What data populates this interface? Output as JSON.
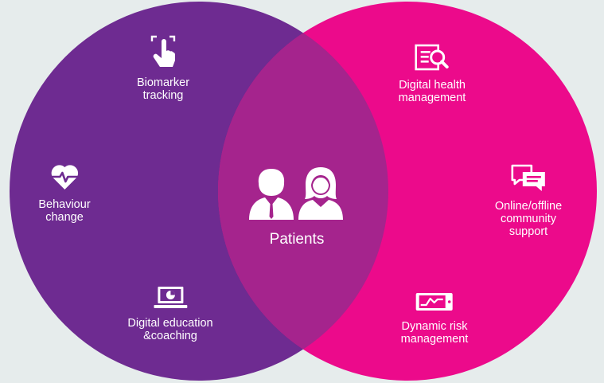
{
  "colors": {
    "background": "#e6ecec",
    "left_circle": "#6e2b91",
    "right_circle": "#ec0a8b",
    "overlap": "#a5248d",
    "icon": "#ffffff"
  },
  "center": {
    "label": "Patients",
    "icon": "patients-icon"
  },
  "left_items": [
    {
      "label": "Biomarker\ntracking",
      "icon": "touch-scan-icon"
    },
    {
      "label": "Behaviour\nchange",
      "icon": "heart-pulse-icon"
    },
    {
      "label": "Digital education\n&coaching",
      "icon": "laptop-chart-icon"
    }
  ],
  "right_items": [
    {
      "label": "Digital health\nmanagement",
      "icon": "document-search-icon"
    },
    {
      "label": "Online/offline\ncommunity\nsupport",
      "icon": "chat-bubbles-icon"
    },
    {
      "label": "Dynamic risk\nmanagement",
      "icon": "tablet-graph-icon"
    }
  ]
}
